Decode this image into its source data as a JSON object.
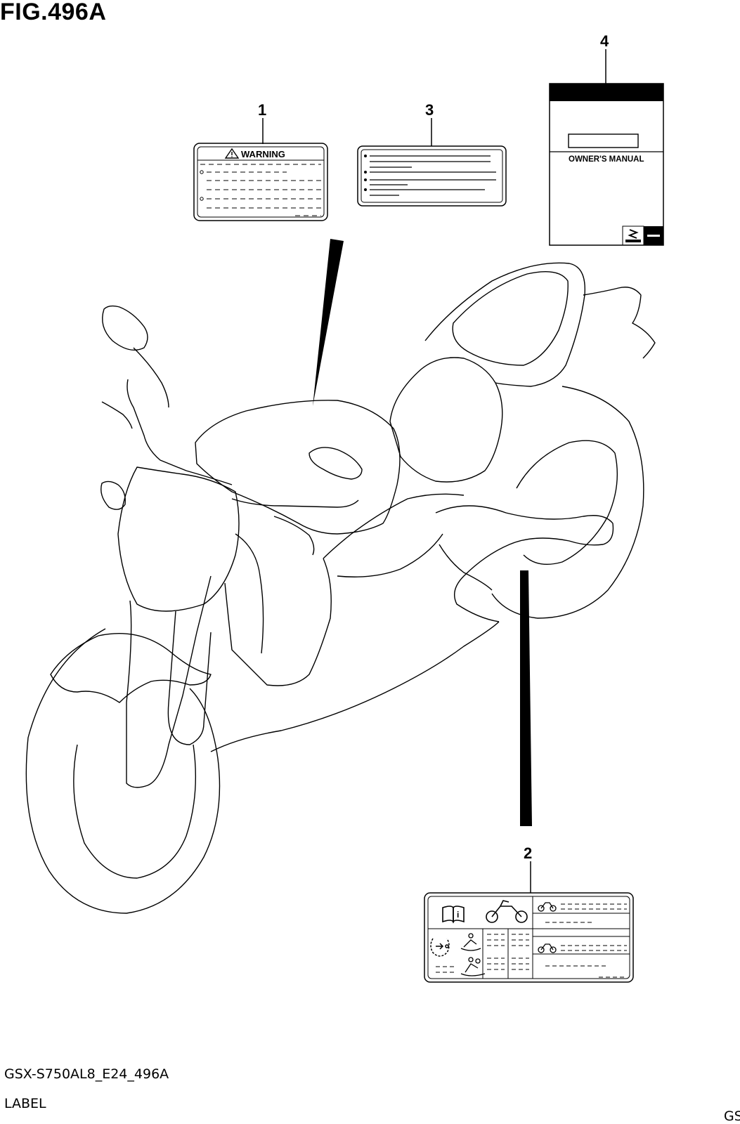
{
  "figure": {
    "title": "FIG.496A",
    "code": "GSX-S750AL8_E24_496A",
    "name": "LABEL",
    "corner_text": "GS"
  },
  "callouts": [
    {
      "id": "1",
      "label": "1"
    },
    {
      "id": "2",
      "label": "2"
    },
    {
      "id": "3",
      "label": "3"
    },
    {
      "id": "4",
      "label": "4"
    }
  ],
  "labels": {
    "warning": {
      "heading": "WARNING",
      "icon": "warning-triangle-icon"
    },
    "manual": {
      "text": "OWNER'S MANUAL",
      "logo": "suzuki-logo"
    },
    "info_icons": [
      "book-icon",
      "motorcycle-icon",
      "helmet-warning-icon",
      "rider-icon"
    ]
  },
  "colors": {
    "ink": "#000000",
    "paper": "#ffffff"
  }
}
